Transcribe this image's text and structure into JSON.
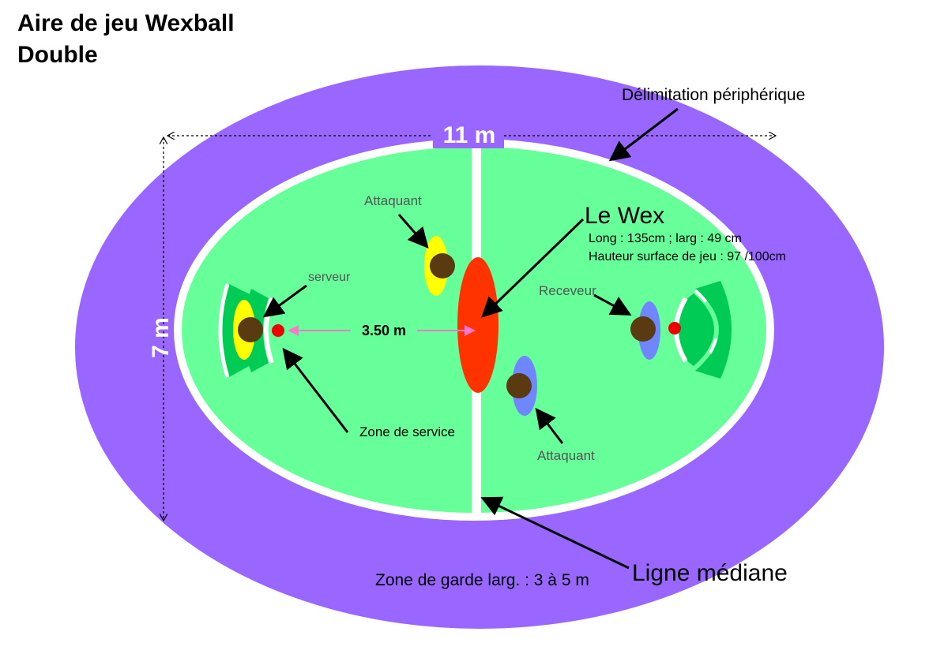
{
  "title": {
    "line1": "Aire de jeu Wexball",
    "line2": "Double"
  },
  "labels": {
    "peripheral": "Délimitation périphérique",
    "width_dim": "11 m",
    "height_dim": "7 m",
    "wex_title": "Le Wex",
    "wex_dims": "Long : 135cm ; larg : 49 cm",
    "wex_height": "Hauteur surface de jeu : 97 /100cm",
    "attacker_top": "Attaquant",
    "attacker_bottom": "Attaquant",
    "server": "serveur",
    "receiver": "Receveur",
    "service_distance": "3.50 m",
    "service_zone": "Zone de service",
    "guard_zone": "Zone de garde larg. : 3 à 5 m",
    "midline": "Ligne médiane"
  },
  "colors": {
    "outer_zone": "#9966ff",
    "court": "#66ff99",
    "lines": "#ffffff",
    "wex": "#ff3300",
    "service_zone_dark": "#00cc55",
    "player_head": "#5a3a10",
    "team_serving": "#ffff00",
    "team_receiving": "#6f86ff",
    "ball": "#ee0000",
    "distance_arrow": "#ff77cc"
  }
}
